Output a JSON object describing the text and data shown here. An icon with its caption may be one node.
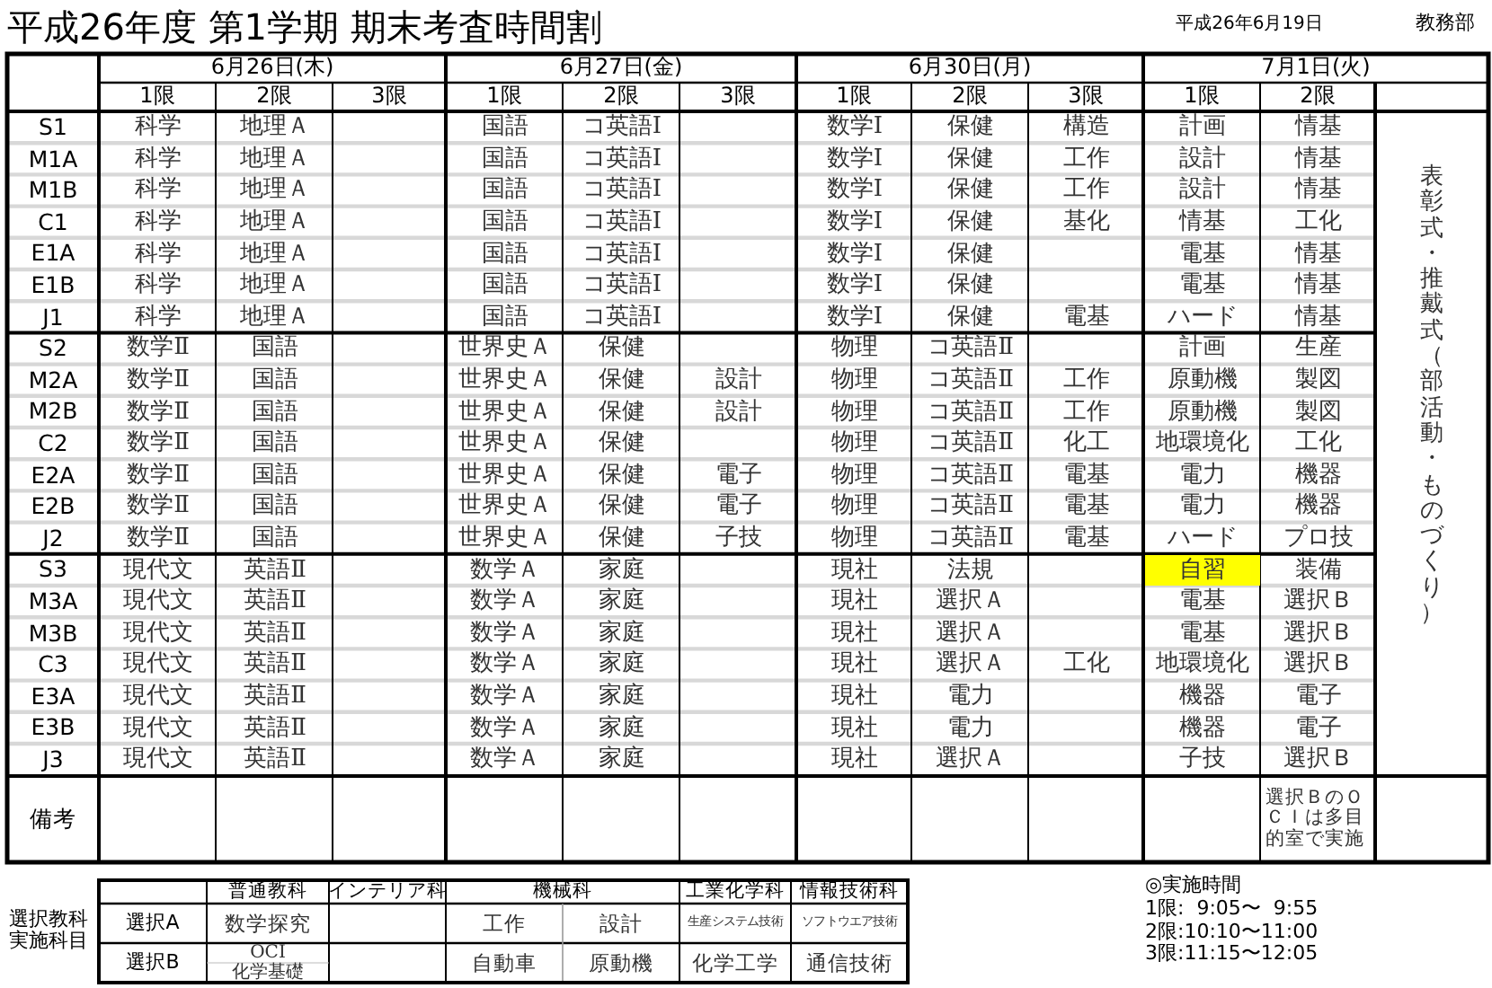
{
  "diagram": {
    "title": "平成26年度 第1学期 期末考査時間割",
    "labels": [
      "平成26年6月19日",
      "教務部",
      "6月26日(木)",
      "6月27日(金)",
      "6月30日(月)",
      "7月1日(火)",
      "1限",
      "2限",
      "3限",
      "1限",
      "2限",
      "3限",
      "1限",
      "2限",
      "3限",
      "1限",
      "2限",
      "S1",
      "科学",
      "地理Ａ",
      "国語",
      "コ英語Ⅰ",
      "数学Ⅰ",
      "保健",
      "構造",
      "計画",
      "情基",
      "表彰式・推戴式（部活動・ものづくり）",
      "M1A",
      "科学",
      "地理Ａ",
      "国語",
      "コ英語Ⅰ",
      "数学Ⅰ",
      "保健",
      "工作",
      "設計",
      "情基",
      "M1B",
      "科学",
      "地理Ａ",
      "国語",
      "コ英語Ⅰ",
      "数学Ⅰ",
      "保健",
      "工作",
      "設計",
      "情基",
      "C1",
      "科学",
      "地理Ａ",
      "国語",
      "コ英語Ⅰ",
      "数学Ⅰ",
      "保健",
      "基化",
      "情基",
      "工化",
      "E1A",
      "科学",
      "地理Ａ",
      "国語",
      "コ英語Ⅰ",
      "数学Ⅰ",
      "保健",
      "電基",
      "情基",
      "E1B",
      "科学",
      "地理Ａ",
      "国語",
      "コ英語Ⅰ",
      "数学Ⅰ",
      "保健",
      "電基",
      "情基",
      "J1",
      "科学",
      "地理Ａ",
      "国語",
      "コ英語Ⅰ",
      "数学Ⅰ",
      "保健",
      "電基",
      "ハード",
      "情基",
      "S2",
      "数学Ⅱ",
      "国語",
      "世界史Ａ",
      "保健",
      "物理",
      "コ英語Ⅱ",
      "計画",
      "生産",
      "M2A",
      "数学Ⅱ",
      "国語",
      "世界史Ａ",
      "保健",
      "設計",
      "物理",
      "コ英語Ⅱ",
      "工作",
      "原動機",
      "製図",
      "M2B",
      "数学Ⅱ",
      "国語",
      "世界史Ａ",
      "保健",
      "設計",
      "物理",
      "コ英語Ⅱ",
      "工作",
      "原動機",
      "製図",
      "C2",
      "数学Ⅱ",
      "国語",
      "世界史Ａ",
      "保健",
      "物理",
      "コ英語Ⅱ",
      "化工",
      "地環境化",
      "工化",
      "E2A",
      "数学Ⅱ",
      "国語",
      "世界史Ａ",
      "保健",
      "電子",
      "物理",
      "コ英語Ⅱ",
      "電基",
      "電力",
      "機器",
      "E2B",
      "数学Ⅱ",
      "国語",
      "世界史Ａ",
      "保健",
      "電子",
      "物理",
      "コ英語Ⅱ",
      "電基",
      "電力",
      "機器",
      "J2",
      "数学Ⅱ",
      "国語",
      "世界史Ａ",
      "保健",
      "子技",
      "物理",
      "コ英語Ⅱ",
      "電基",
      "ハード",
      "プロ技",
      "S3",
      "現代文",
      "英語Ⅱ",
      "数学Ａ",
      "家庭",
      "現社",
      "法規",
      "自習",
      "装備",
      "M3A",
      "現代文",
      "英語Ⅱ",
      "数学Ａ",
      "家庭",
      "現社",
      "選択Ａ",
      "電基",
      "選択Ｂ",
      "M3B",
      "現代文",
      "英語Ⅱ",
      "数学Ａ",
      "家庭",
      "現社",
      "選択Ａ",
      "電基",
      "選択Ｂ",
      "C3",
      "現代文",
      "英語Ⅱ",
      "数学Ａ",
      "家庭",
      "現社",
      "選択Ａ",
      "工化",
      "地環境化",
      "選択Ｂ",
      "E3A",
      "現代文",
      "英語Ⅱ",
      "数学Ａ",
      "家庭",
      "現社",
      "電力",
      "機器",
      "電子",
      "E3B",
      "現代文",
      "英語Ⅱ",
      "数学Ａ",
      "家庭",
      "現社",
      "電力",
      "機器",
      "電子",
      "J3",
      "現代文",
      "英語Ⅱ",
      "数学Ａ",
      "家庭",
      "現社",
      "選択Ａ",
      "子技",
      "選択Ｂ",
      "備考",
      "選択ＢのＯＣＩは多目的室で実施",
      "普通教科",
      "インテリア科",
      "機械科",
      "工業化学科",
      "情報技術科",
      "選択教科実施科目",
      "選択A",
      "数学探究",
      "工作",
      "設計",
      "生産システム技術",
      "ソフトウエア技術",
      "選択B",
      "OCI",
      "化学基礎",
      "自動車",
      "原動機",
      "化学工学",
      "通信技術",
      "◎実施時間",
      "1限:  9:05〜  9:55",
      "2限:10:10〜11:00",
      "3限:11:15〜12:05"
    ]
  }
}
